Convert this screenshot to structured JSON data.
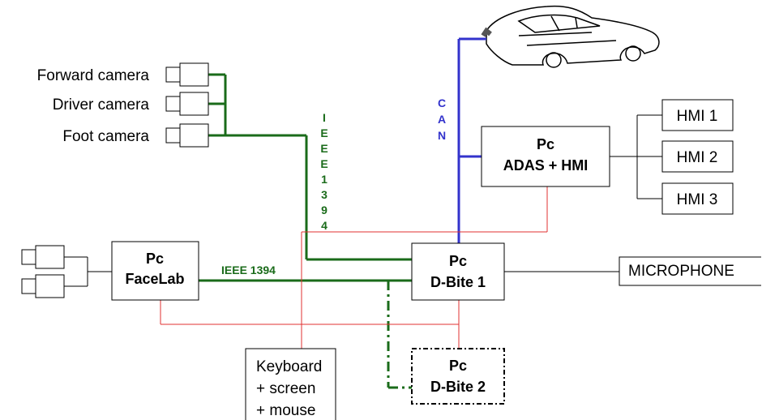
{
  "cameras": {
    "forward": "Forward camera",
    "driver": "Driver camera",
    "foot": "Foot camera"
  },
  "pc_facelab": {
    "line1": "Pc",
    "line2": "FaceLab"
  },
  "pc_adas": {
    "line1": "Pc",
    "line2": "ADAS + HMI"
  },
  "pc_dbite1": {
    "line1": "Pc",
    "line2": "D-Bite 1"
  },
  "pc_dbite2": {
    "line1": "Pc",
    "line2": "D-Bite 2"
  },
  "hmi": [
    "HMI 1",
    "HMI 2",
    "HMI 3"
  ],
  "microphone": "MICROPHONE",
  "keyboard": {
    "line1": "Keyboard",
    "line2": "+ screen",
    "line3": "+ mouse"
  },
  "ieee_vertical": [
    "I",
    "E",
    "E",
    "E",
    "1",
    "3",
    "9",
    "4"
  ],
  "ieee_horizontal": "IEEE 1394",
  "can_vertical": [
    "C",
    "A",
    "N"
  ],
  "colors": {
    "firewire": "#1a6b1a",
    "can": "#3333cc",
    "power": "#e03030",
    "line": "#000000"
  }
}
